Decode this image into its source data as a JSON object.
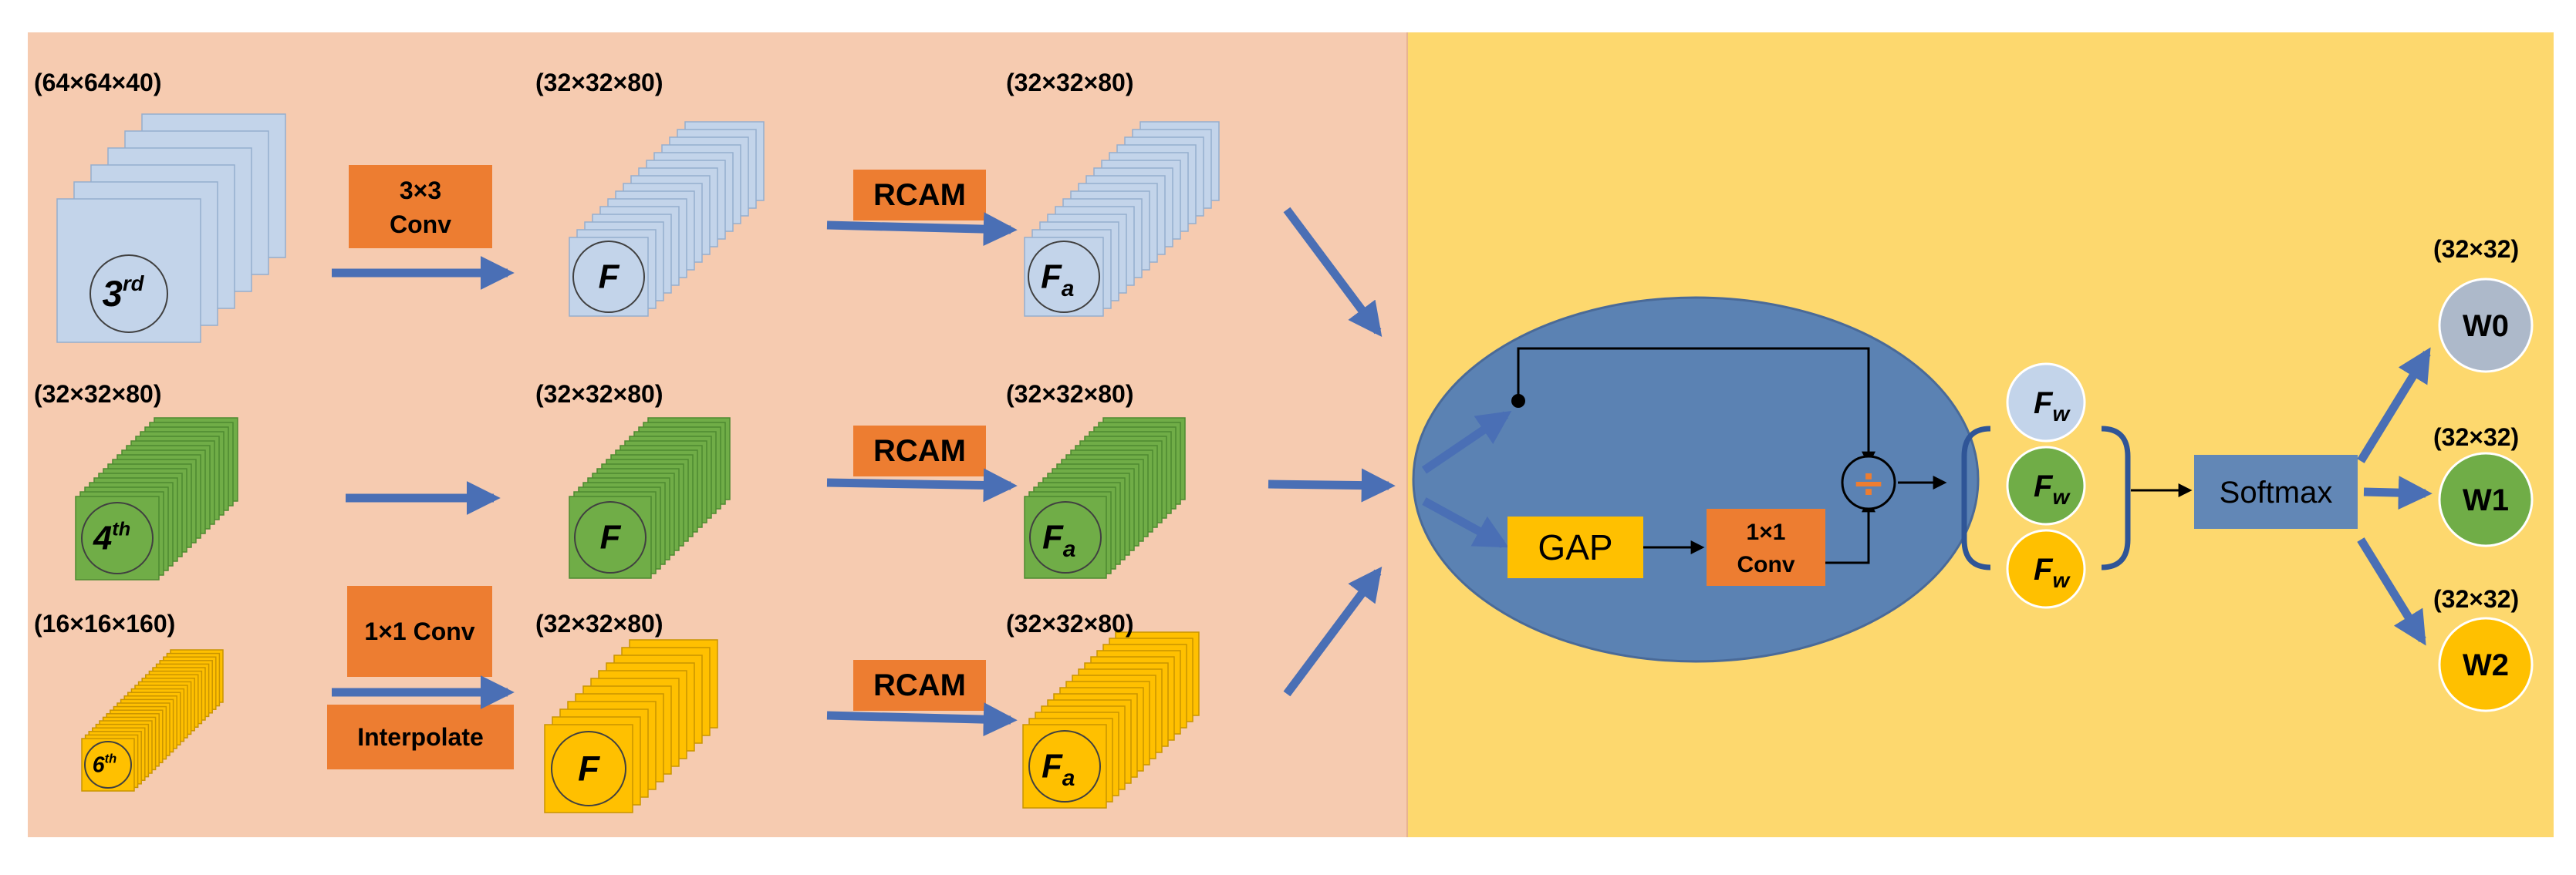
{
  "dims": {
    "row1_in": "(64×64×40)",
    "row2_in": "(32×32×80)",
    "row3_in": "(16×16×160)",
    "f": "(32×32×80)",
    "fa": "(32×32×80)",
    "w": "(32×32)"
  },
  "ops": {
    "conv3": [
      "3×3",
      "Conv"
    ],
    "conv1": "1×1 Conv",
    "interp": "Interpolate",
    "rcam": "RCAM",
    "gap": "GAP",
    "conv1b": [
      "1×1",
      "Conv"
    ],
    "softmax": "Softmax",
    "divide": "÷"
  },
  "ordinals": {
    "third": {
      "base": "3",
      "sup": "rd"
    },
    "fourth": {
      "base": "4",
      "sup": "th"
    },
    "sixth": {
      "base": "6",
      "sup": "th"
    }
  },
  "labels": {
    "F": "F",
    "Fa": {
      "base": "F",
      "sub": "a"
    },
    "Fw": {
      "base": "F",
      "sub": "w"
    }
  },
  "weights": [
    "W0",
    "W1",
    "W2"
  ],
  "colors": {
    "left_panel": "#f6cbb0",
    "right_panel": "#fdd86e",
    "blue_plane": "#c3d4ea",
    "blue_plane_edge": "#95aece",
    "green_plane": "#70ad47",
    "green_plane_edge": "#4e8a30",
    "yellow_plane": "#ffc000",
    "yellow_plane_edge": "#c99400",
    "op_orange": "#ed7d31",
    "arrow_blue": "#4a6fb5",
    "ellipse": "#5b82b3",
    "gap_yellow": "#ffc000",
    "softmax": "#6287b6"
  }
}
